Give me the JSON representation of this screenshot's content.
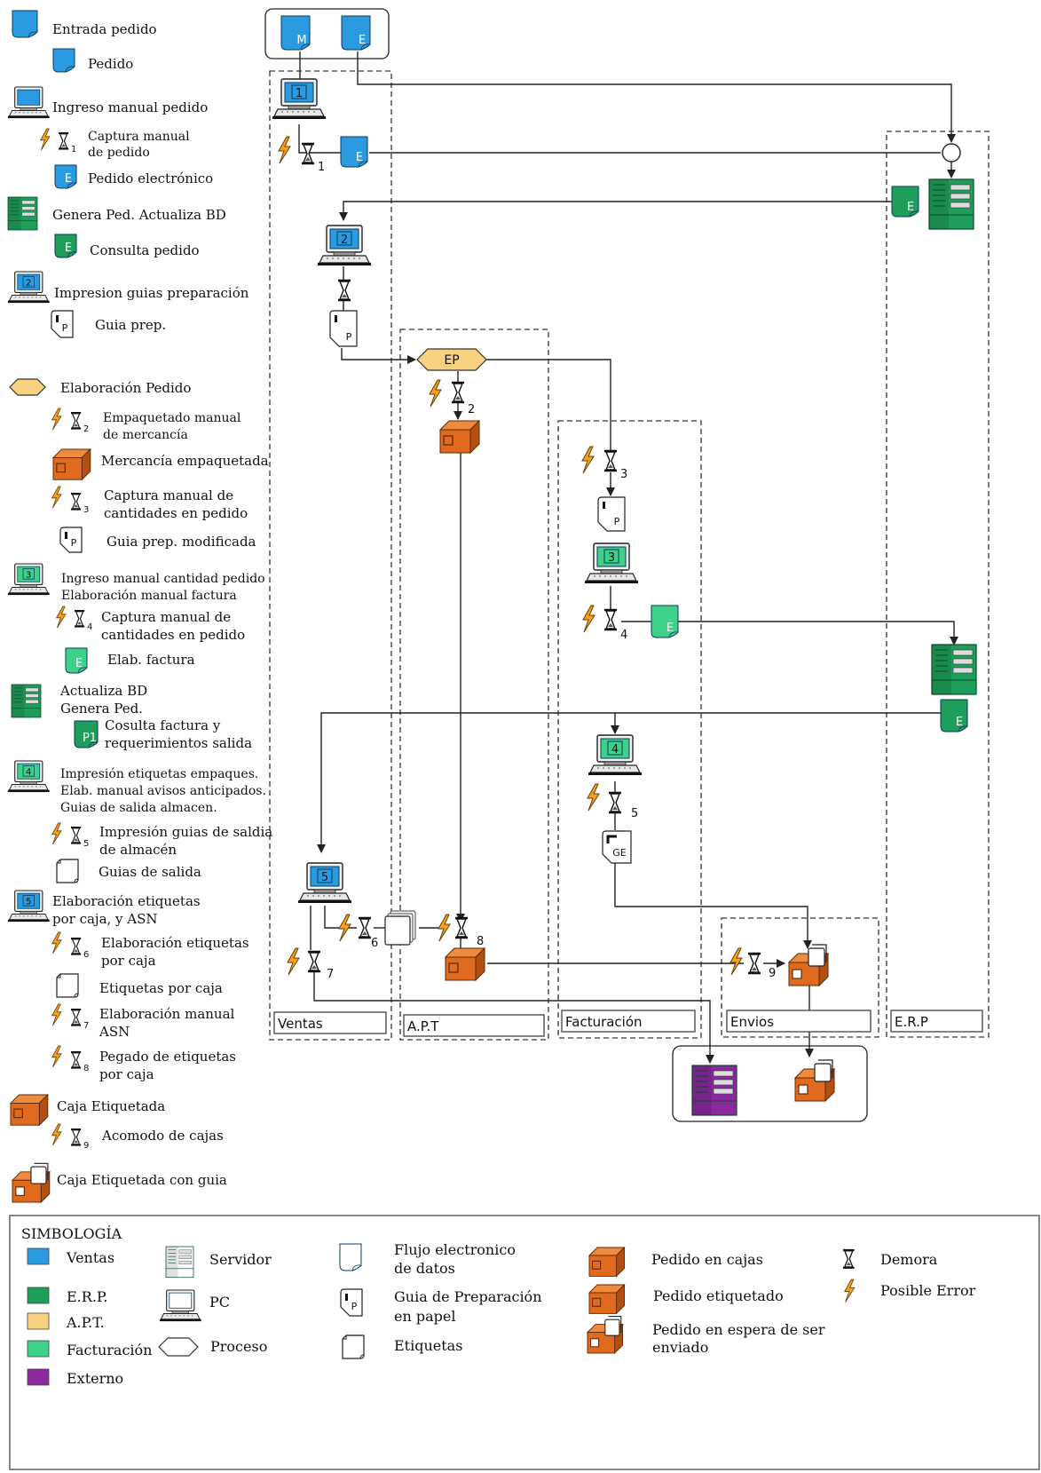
{
  "legend_items": [
    {
      "lines": [
        "Entrada  pedido"
      ]
    },
    {
      "lines": [
        "Pedido"
      ]
    },
    {
      "lines": [
        "Ingreso manual pedido"
      ]
    },
    {
      "lines": [
        "Captura  manual",
        "de pedido"
      ]
    },
    {
      "lines": [
        "Pedido electrónico"
      ]
    },
    {
      "lines": [
        "Genera Ped. Actualiza BD"
      ]
    },
    {
      "lines": [
        "Consulta pedido"
      ]
    },
    {
      "lines": [
        "Impresion guias preparación"
      ]
    },
    {
      "lines": [
        "Guia prep."
      ]
    },
    {
      "lines": [
        "Elaboración Pedido"
      ]
    },
    {
      "lines": [
        "Empaquetado manual",
        "de mercancía"
      ]
    },
    {
      "lines": [
        "Mercancía empaquetada"
      ]
    },
    {
      "lines": [
        "Captura manual de",
        "cantidades  en pedido"
      ]
    },
    {
      "lines": [
        "Guia prep.  modificada"
      ]
    },
    {
      "lines": [
        "Ingreso manual cantidad pedido",
        "Elaboración manual  factura"
      ]
    },
    {
      "lines": [
        "Captura manual de",
        "cantidades  en pedido"
      ]
    },
    {
      "lines": [
        "Elab. factura"
      ]
    },
    {
      "lines": [
        "Actualiza BD",
        "Genera Ped."
      ]
    },
    {
      "lines": [
        "Cosulta factura y",
        "requerimientos salida"
      ]
    },
    {
      "lines": [
        "Impresión etiquetas empaques.",
        "Elab. manual avisos anticipados.",
        "Guias de salida almacen."
      ]
    },
    {
      "lines": [
        "Impresión guias de saldia",
        "de almacén"
      ]
    },
    {
      "lines": [
        "Guias de salida"
      ]
    },
    {
      "lines": [
        "Elaboración etiquetas",
        "por caja, y ASN"
      ]
    },
    {
      "lines": [
        "Elaboración etiquetas",
        "por caja"
      ]
    },
    {
      "lines": [
        "Etiquetas por caja"
      ]
    },
    {
      "lines": [
        "Elaboración manual",
        "ASN"
      ]
    },
    {
      "lines": [
        "Pegado de etiquetas",
        "por caja"
      ]
    },
    {
      "lines": [
        "Caja Etiquetada"
      ]
    },
    {
      "lines": [
        "Acomodo de cajas"
      ]
    },
    {
      "lines": [
        "Caja Etiquetada con guia"
      ]
    }
  ],
  "legend_subscripts": [
    "1",
    "2",
    "3",
    "4",
    "5",
    "6",
    "7",
    "8",
    "9"
  ],
  "swimlanes": [
    "Ventas",
    "A.P.T",
    "Facturación",
    "Envios",
    "E.R.P"
  ],
  "diagram": {
    "entry_docs": [
      "M",
      "E"
    ],
    "pc_numbers": [
      "1",
      "2",
      "3",
      "4",
      "5"
    ],
    "process_label": "EP",
    "doc_letters": {
      "electronic": "E",
      "paper": "P",
      "exit_guide": "GE"
    },
    "delay_numbers": [
      "1",
      "2",
      "3",
      "4",
      "5",
      "6",
      "7",
      "8",
      "9"
    ]
  },
  "simbologia": {
    "title": "SIMBOLOGÍA",
    "colors": [
      {
        "label": "Ventas",
        "color": "#2a9be0"
      },
      {
        "label": "E.R.P.",
        "color": "#1e9e5a"
      },
      {
        "label": "A.P.T.",
        "color": "#f9d27f"
      },
      {
        "label": "Facturación",
        "color": "#3fd08a"
      },
      {
        "label": "Externo",
        "color": "#8a2a9e"
      }
    ],
    "symbols_col2": [
      "Servidor",
      "PC",
      "Proceso"
    ],
    "symbols_col3": [
      [
        "Flujo electronico",
        "de datos"
      ],
      [
        "Guia de Preparación",
        "en papel"
      ],
      [
        "Etiquetas"
      ]
    ],
    "symbols_col4": [
      [
        "Pedido en cajas"
      ],
      [
        "Pedido etiquetado"
      ],
      [
        "Pedido en espera de ser",
        "enviado"
      ]
    ],
    "symbols_col5": [
      "Demora",
      "Posible Error"
    ]
  },
  "colors": {
    "ventas": "#2a9be0",
    "erp": "#1e9e5a",
    "apt": "#f9d27f",
    "facturacion": "#3fd08a",
    "externo": "#8a2a9e",
    "box": "#e06a1e",
    "bolt": "#f4a11c"
  }
}
